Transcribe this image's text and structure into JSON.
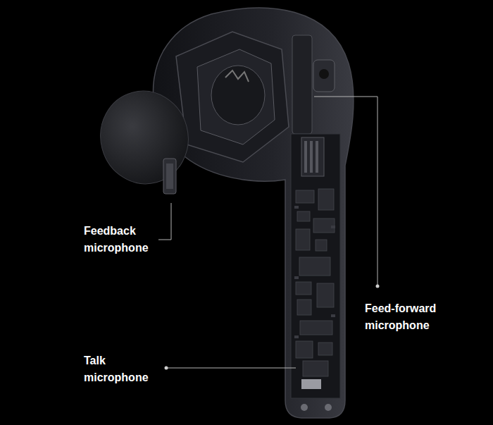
{
  "diagram": {
    "labels": [
      "Feedback microphone",
      "Feed-forward microphone",
      "Talk microphone"
    ]
  }
}
